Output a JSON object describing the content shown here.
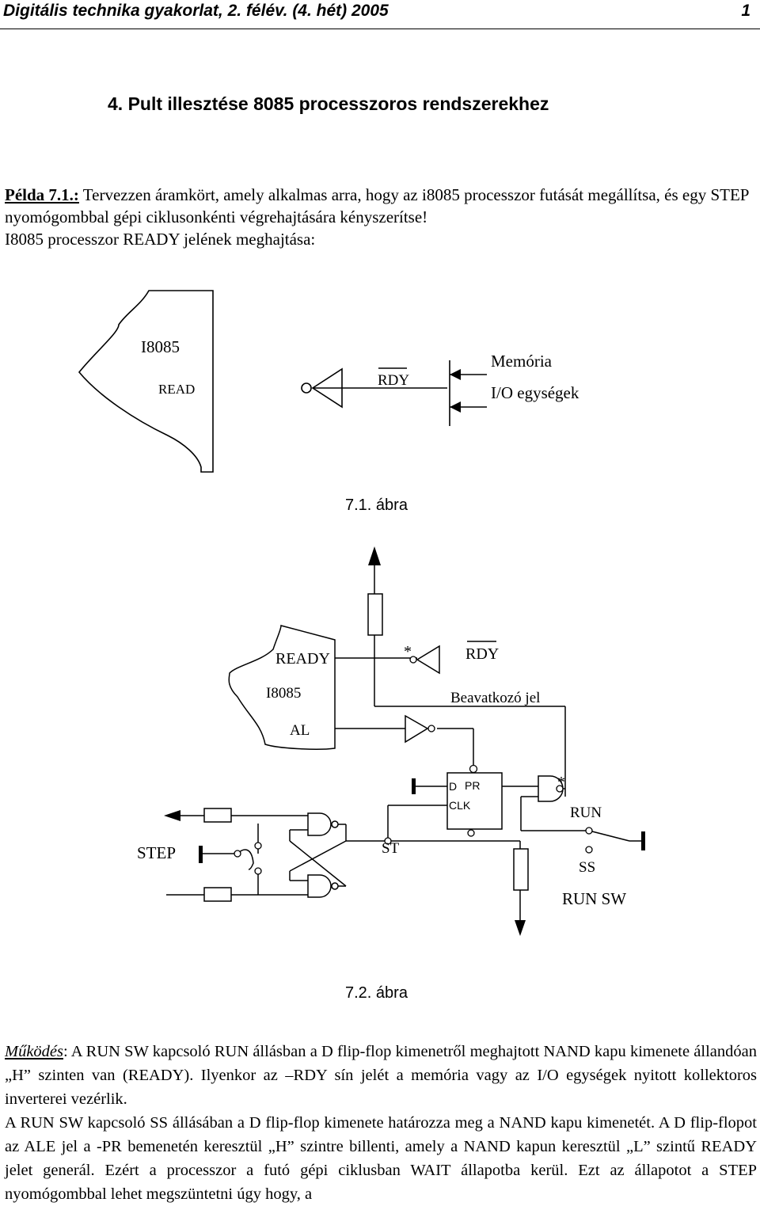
{
  "header": {
    "title": "Digitális technika gyakorlat, 2. félév. (4. hét) 2005",
    "page_number": "1"
  },
  "chapter_title": "4.  Pult illesztése 8085 processzoros rendszerekhez",
  "intro": {
    "example_label": "Példa 7.1.:",
    "example_text": " Tervezzen áramkört, amely alkalmas arra, hogy az i8085 processzor futását megállítsa, és egy STEP nyomógombbal gépi ciklusonkénti végrehajtására kényszerítse!",
    "ready_line": "I8085 processzor READY jelének meghajtása:"
  },
  "figure1": {
    "cpu_label": "I8085",
    "read_label": "READ",
    "rdy_label": "RDY",
    "memoria_label": "Memória",
    "io_label": "I/O egységek",
    "caption": "7.1. ábra"
  },
  "figure2": {
    "ready_label": "READY",
    "cpu_label": "I8085",
    "al_label": "AL",
    "star_top": "*",
    "rdy_label": "RDY",
    "beavatkozo_label": "Beavatkozó jel",
    "d_label": "D",
    "pr_label": "PR",
    "clk_label": "CLK",
    "star_right": "*",
    "run_label": "RUN",
    "step_label": "STEP",
    "st_label": "ST",
    "ss_label": "SS",
    "runsw_label": "RUN SW",
    "caption": "7.2. ábra"
  },
  "operation": {
    "label": "Működés",
    "p1": ": A RUN SW kapcsoló RUN állásban a D flip-flop kimenetről meghajtott NAND kapu kimenete állandóan „H” szinten van (READY). Ilyenkor az –RDY sín jelét a memória vagy az I/O egységek nyitott kollektoros inverterei vezérlik.",
    "p2": "A RUN SW kapcsoló SS állásában a D flip-flop kimenete határozza meg a NAND kapu kimenetét. A D flip-flopot az ALE jel a -PR bemenetén keresztül „H” szintre billenti, amely a NAND kapun keresztül „L” szintű READY jelet generál. Ezért a processzor a futó gépi ciklusban WAIT állapotba kerül. Ezt az állapotot a STEP nyomógombbal lehet megszüntetni úgy hogy, a"
  }
}
